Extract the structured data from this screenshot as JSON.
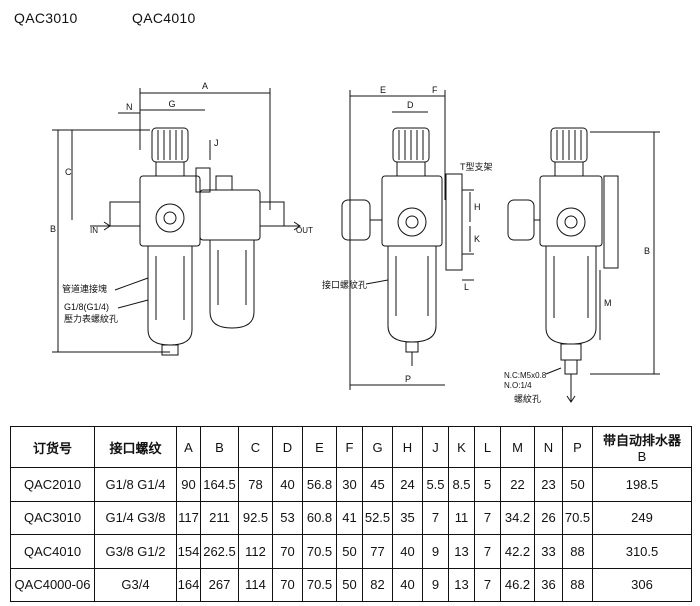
{
  "models": [
    "QAC3010",
    "QAC4010"
  ],
  "diagram": {
    "dims": [
      "A",
      "G",
      "N",
      "J",
      "C",
      "B",
      "E",
      "D",
      "F",
      "H",
      "K",
      "L",
      "P",
      "M"
    ],
    "ports": {
      "in": "IN",
      "out": "OUT"
    },
    "callouts": {
      "pipe_fitting": "管道連接塊",
      "gauge_thread_1": "G1/8(G1/4)",
      "gauge_thread_2": "壓力表螺紋孔",
      "t_bracket": "T型支架",
      "port_thread": "接口螺紋孔",
      "drain_nc": "N.C:M5x0.8",
      "drain_no": "N.O:1/4",
      "drain_thread": "螺紋孔"
    }
  },
  "table": {
    "headers": [
      "订货号",
      "接口螺纹",
      "A",
      "B",
      "C",
      "D",
      "E",
      "F",
      "G",
      "H",
      "J",
      "K",
      "L",
      "M",
      "N",
      "P"
    ],
    "auto_drain_header": "带自动排水器",
    "auto_drain_sub": "B",
    "rows": [
      {
        "id": "QAC2010",
        "thread": "G1/8 G1/4",
        "vals": [
          "90",
          "164.5",
          "78",
          "40",
          "56.8",
          "30",
          "45",
          "24",
          "5.5",
          "8.5",
          "5",
          "22",
          "23",
          "50"
        ],
        "auto_b": "198.5"
      },
      {
        "id": "QAC3010",
        "thread": "G1/4 G3/8",
        "vals": [
          "117",
          "211",
          "92.5",
          "53",
          "60.8",
          "41",
          "52.5",
          "35",
          "7",
          "11",
          "7",
          "34.2",
          "26",
          "70.5"
        ],
        "auto_b": "249"
      },
      {
        "id": "QAC4010",
        "thread": "G3/8 G1/2",
        "vals": [
          "154",
          "262.5",
          "112",
          "70",
          "70.5",
          "50",
          "77",
          "40",
          "9",
          "13",
          "7",
          "42.2",
          "33",
          "88"
        ],
        "auto_b": "310.5"
      },
      {
        "id": "QAC4000-06",
        "thread": "G3/4",
        "vals": [
          "164",
          "267",
          "114",
          "70",
          "70.5",
          "50",
          "82",
          "40",
          "9",
          "13",
          "7",
          "46.2",
          "36",
          "88"
        ],
        "auto_b": "306"
      }
    ]
  }
}
